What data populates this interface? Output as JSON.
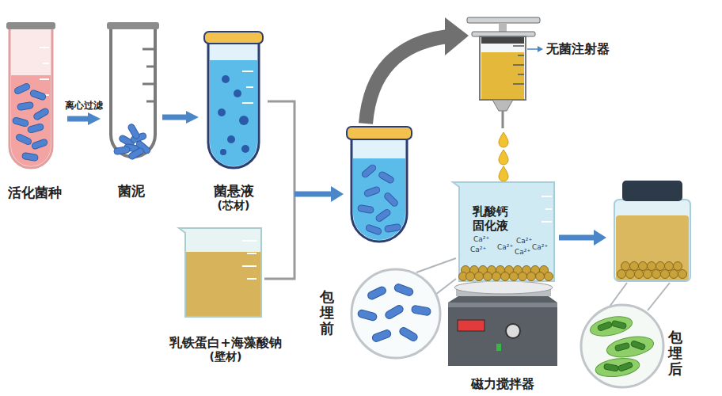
{
  "diagram": {
    "nodes": [
      {
        "text": [
          "活化菌种"
        ]
      },
      {
        "text": [
          "菌泥"
        ]
      },
      {
        "text": [
          "菌悬液",
          "(芯材)"
        ]
      },
      {
        "text": [
          "乳铁蛋白+海藻酸钠",
          "(壁材)"
        ]
      },
      {
        "text": [
          "无菌注射器"
        ]
      },
      {
        "text": [
          "乳酸钙 固化液"
        ]
      },
      {
        "text": [
          "磁力搅拌器"
        ]
      },
      {
        "text": [
          "包埋前"
        ]
      },
      {
        "text": [
          "包埋后"
        ]
      }
    ],
    "edges": [
      {
        "from": 0,
        "to": 1,
        "arrow": "to",
        "label": "离心过滤"
      },
      {
        "from": 1,
        "to": 2,
        "arrow": "to"
      }
    ],
    "labels": [
      "Ca²⁺",
      "Ca²⁺",
      "Ca²⁺",
      "Ca²⁺",
      "Ca²⁺",
      "Ca²⁺"
    ]
  }
}
